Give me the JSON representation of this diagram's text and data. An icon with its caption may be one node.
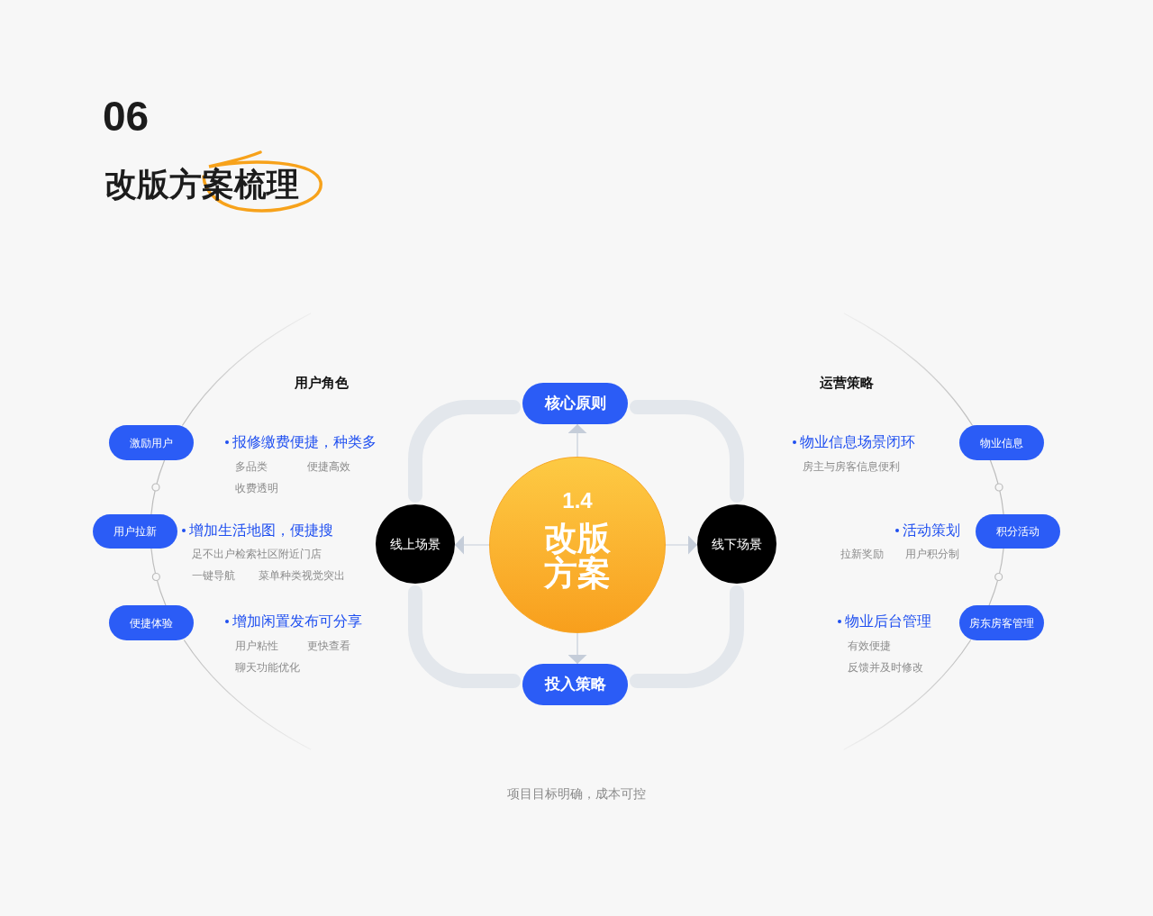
{
  "diagram": {
    "title": "改版方案梳理",
    "nodes": [
      {
        "text": [
          "1.4",
          "改版方案"
        ]
      },
      {
        "text": [
          "核心原则"
        ]
      },
      {
        "text": [
          "线上场景"
        ]
      },
      {
        "text": [
          "线下场景"
        ]
      },
      {
        "text": [
          "投入策略"
        ]
      },
      {
        "text": [
          "激励用户"
        ],
        "beside": [
          "报修缴费便捷，种类多",
          "多品类",
          "便捷高效",
          "收费透明"
        ]
      },
      {
        "text": [
          "用户拉新"
        ],
        "beside": [
          "增加生活地图，便捷搜",
          "足不出户检索社区附近门店",
          "一键导航",
          "菜单种类视觉突出"
        ]
      },
      {
        "text": [
          "便捷体验"
        ],
        "beside": [
          "增加闲置发布可分享",
          "用户粘性",
          "更快查看",
          "聊天功能优化"
        ]
      },
      {
        "text": [
          "物业信息"
        ],
        "beside": [
          "物业信息场景闭环",
          "房主与房客信息便利"
        ]
      },
      {
        "text": [
          "积分活动"
        ],
        "beside": [
          "活动策划",
          "拉新奖励",
          "用户积分制"
        ]
      },
      {
        "text": [
          "房东房客管理"
        ],
        "beside": [
          "物业后台管理",
          "有效便捷",
          "反馈并及时修改"
        ]
      }
    ],
    "edges": [
      {
        "from": 0,
        "to": 1,
        "arrow": "to",
        "color": "#c5cdd9"
      },
      {
        "from": 0,
        "to": 2,
        "arrow": "to",
        "color": "#c5cdd9"
      },
      {
        "from": 0,
        "to": 3,
        "arrow": "to",
        "color": "#c5cdd9"
      },
      {
        "from": 0,
        "to": 4,
        "arrow": "to",
        "color": "#c5cdd9"
      },
      {
        "from": 1,
        "to": 2,
        "arrow": "none",
        "style": "thick",
        "color": "#e3e7ec"
      },
      {
        "from": 1,
        "to": 3,
        "arrow": "none",
        "style": "thick",
        "color": "#e3e7ec"
      },
      {
        "from": 2,
        "to": 4,
        "arrow": "none",
        "style": "thick",
        "color": "#e3e7ec"
      },
      {
        "from": 3,
        "to": 4,
        "arrow": "none",
        "style": "thick",
        "color": "#e3e7ec"
      },
      {
        "from": null,
        "to": 5,
        "arrow": "none"
      },
      {
        "from": 5,
        "to": 6,
        "arrow": "none"
      },
      {
        "from": 6,
        "to": 7,
        "arrow": "none"
      },
      {
        "from": 7,
        "to": null,
        "arrow": "none"
      },
      {
        "from": null,
        "to": 8,
        "arrow": "none"
      },
      {
        "from": 8,
        "to": 9,
        "arrow": "none"
      },
      {
        "from": 9,
        "to": 10,
        "arrow": "none"
      },
      {
        "from": 10,
        "to": null,
        "arrow": "none"
      }
    ],
    "labels": [
      "06",
      "用户角色",
      "运营策略"
    ],
    "caption": "项目目标明确，成本可控"
  }
}
